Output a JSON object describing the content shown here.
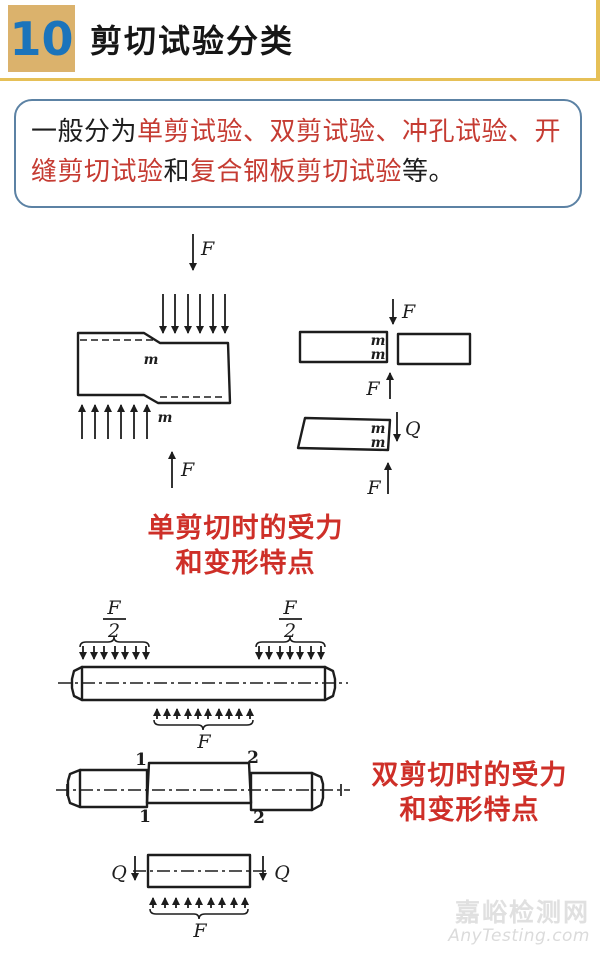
{
  "header": {
    "number": "10",
    "title": "剪切试验分类"
  },
  "colors": {
    "gold_box": "#DBB26C",
    "gold_line": "#E6C057",
    "number_blue": "#1B74BB",
    "intro_border_blue": "#5C82A4",
    "intro_red": "#C53B32",
    "caption_red": "#CE2F28",
    "diagram_ink": "#1D1D1D",
    "watermark_gray": "#E0E0E0"
  },
  "intro": {
    "segments": [
      {
        "text": "一般分为",
        "emphasis": false
      },
      {
        "text": "单剪试验、双剪试验、冲孔试验、开缝剪切试验",
        "emphasis": true
      },
      {
        "text": "和",
        "emphasis": false
      },
      {
        "text": "复合钢板剪切试验",
        "emphasis": true
      },
      {
        "text": "等。",
        "emphasis": false
      }
    ]
  },
  "labels": {
    "F": "F",
    "Q": "Q",
    "m": "m",
    "section_1": "1",
    "section_2": "2",
    "fraction_numerator": "F",
    "fraction_denominator": "2"
  },
  "captions": {
    "single_shear": {
      "line1": "单剪切时的受力",
      "line2": "和变形特点"
    },
    "double_shear": {
      "line1": "双剪切时的受力",
      "line2": "和变形特点"
    }
  },
  "watermark": {
    "site_name": "嘉峪检测网",
    "site_url": "AnyTesting.com"
  }
}
